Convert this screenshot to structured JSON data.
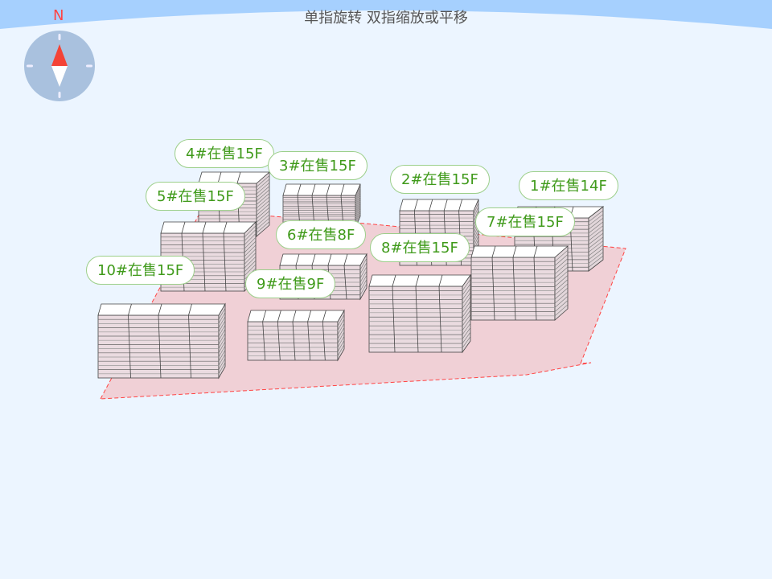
{
  "hint": "单指旋转 双指缩放或平移",
  "compass": {
    "north_label": "N",
    "needle_color": "#f44336",
    "dial_color": "#a9c1de"
  },
  "colors": {
    "sky": "#a6d0fe",
    "background": "#ecf5ff",
    "plot_fill": "#f0d0d6",
    "plot_border": "#ff4444",
    "label_text": "#3f9a1a"
  },
  "buildings": [
    {
      "id": "4",
      "label": "4#在售15F",
      "floors": 15,
      "units": 3
    },
    {
      "id": "3",
      "label": "3#在售15F",
      "floors": 15,
      "units": 5
    },
    {
      "id": "2",
      "label": "2#在售15F",
      "floors": 15,
      "units": 5
    },
    {
      "id": "1",
      "label": "1#在售14F",
      "floors": 14,
      "units": 4
    },
    {
      "id": "5",
      "label": "5#在售15F",
      "floors": 15,
      "units": 4
    },
    {
      "id": "6",
      "label": "6#在售8F",
      "floors": 8,
      "units": 5
    },
    {
      "id": "7",
      "label": "7#在售15F",
      "floors": 15,
      "units": 4
    },
    {
      "id": "8",
      "label": "8#在售15F",
      "floors": 15,
      "units": 4
    },
    {
      "id": "9",
      "label": "9#在售9F",
      "floors": 9,
      "units": 6
    },
    {
      "id": "10",
      "label": "10#在售15F",
      "floors": 15,
      "units": 4
    }
  ]
}
